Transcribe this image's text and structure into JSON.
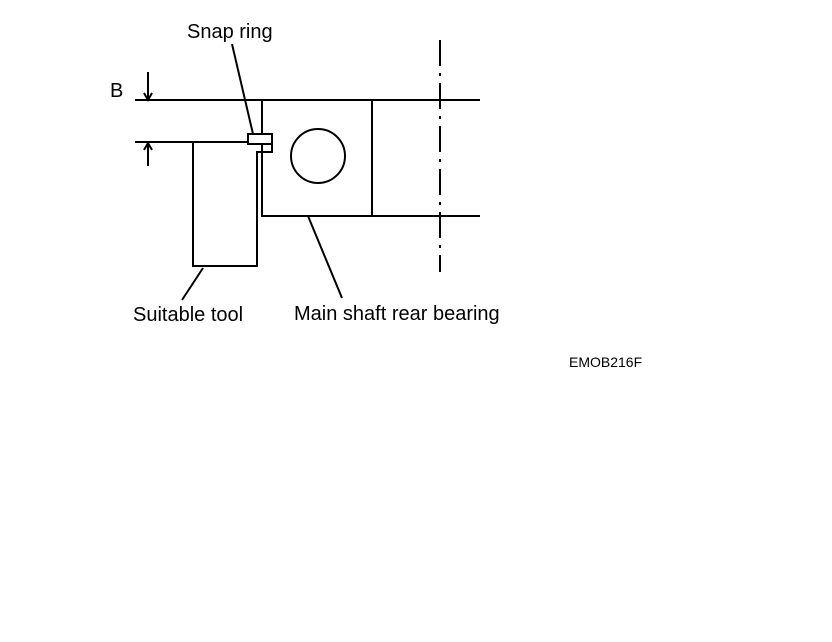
{
  "labels": {
    "dimension": "B",
    "snap_ring": "Snap ring",
    "tool": "Suitable tool",
    "bearing": "Main shaft rear bearing",
    "figure_code": "EMOB216F"
  },
  "colors": {
    "line": "#000000",
    "background": "#ffffff"
  }
}
